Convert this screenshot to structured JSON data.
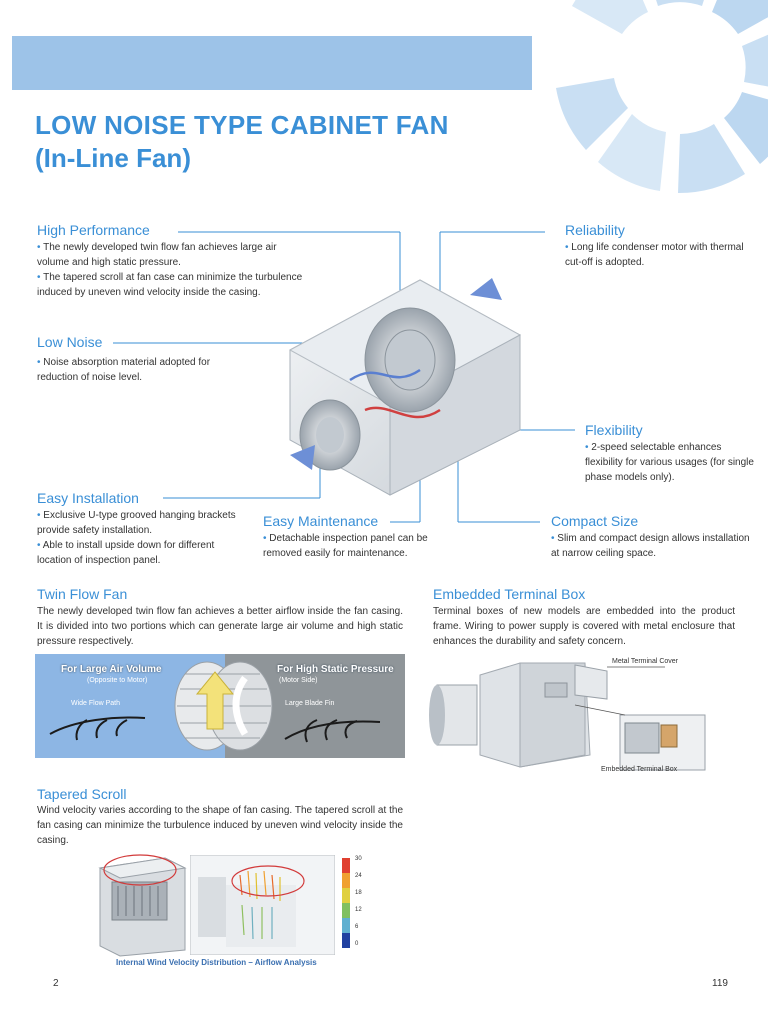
{
  "header": {
    "title": "LOW NOISE TYPE CABINET FAN",
    "subtitle": "(In-Line Fan)"
  },
  "features": {
    "high_performance": {
      "title": "High Performance",
      "bullets": [
        "The newly developed twin flow fan achieves large air volume and high static pressure.",
        "The tapered scroll at fan case can minimize the turbulence induced by uneven wind velocity inside the casing."
      ]
    },
    "low_noise": {
      "title": "Low Noise",
      "bullets": [
        "Noise absorption material adopted for reduction of noise level."
      ]
    },
    "easy_installation": {
      "title": "Easy Installation",
      "bullets": [
        "Exclusive U-type grooved hanging brackets provide safety installation.",
        "Able to install upside down for different location of inspection panel."
      ]
    },
    "easy_maintenance": {
      "title": "Easy Maintenance",
      "bullets": [
        "Detachable inspection panel can be removed easily for maintenance."
      ]
    },
    "reliability": {
      "title": "Reliability",
      "bullets": [
        "Long life condenser motor with thermal cut-off is adopted."
      ]
    },
    "flexibility": {
      "title": "Flexibility",
      "bullets": [
        "2-speed selectable enhances flexibility for various usages (for single phase models only)."
      ]
    },
    "compact_size": {
      "title": "Compact Size",
      "bullets": [
        "Slim and compact design allows installation at narrow ceiling space."
      ]
    }
  },
  "twin_flow": {
    "title": "Twin Flow Fan",
    "text": "The newly developed twin flow fan achieves a better airflow inside the fan casing. It is divided into two portions which can generate large air volume and high static pressure respectively.",
    "diagram": {
      "left_label": "For Large Air Volume",
      "left_sub": "(Opposite to Motor)",
      "right_label": "For High Static Pressure",
      "right_sub": "(Motor Side)",
      "left_note": "Wide Flow Path",
      "right_note": "Large Blade Fin"
    }
  },
  "terminal_box": {
    "title": "Embedded Terminal Box",
    "text": "Terminal boxes of new models are embedded into the product frame. Wiring to power supply is covered with metal enclosure that enhances the durability and safety concern.",
    "label_cover": "Metal Terminal Cover",
    "label_box": "Embedded Terminal Box"
  },
  "tapered_scroll": {
    "title": "Tapered Scroll",
    "text": "Wind velocity varies according to the shape of fan casing. The tapered scroll at the fan casing can minimize the turbulence induced by uneven wind velocity inside the casing.",
    "caption": "Internal Wind Velocity Distribution – Airflow Analysis",
    "scale_ticks": [
      "30",
      "24",
      "18",
      "12",
      "6",
      "0"
    ]
  },
  "footer": {
    "page_left": "2",
    "page_number": "119"
  },
  "colors": {
    "accent": "#3a8fd6",
    "band": "#9dc3e8",
    "diagram_left": "#8db6e4",
    "diagram_right": "#8f9599"
  }
}
